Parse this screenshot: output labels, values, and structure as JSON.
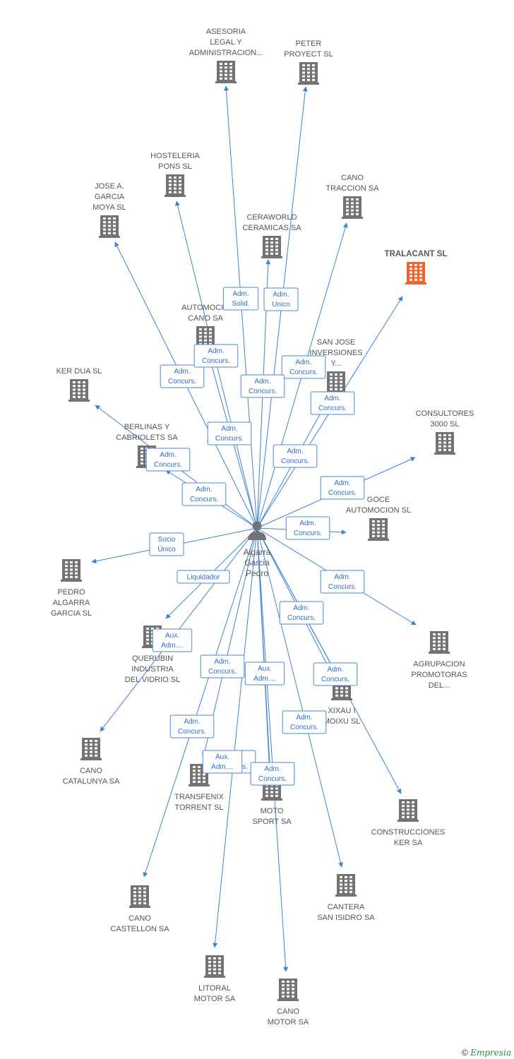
{
  "center": {
    "label": [
      "Algarra",
      "Garcia",
      "Pedro"
    ],
    "icon": "person-icon"
  },
  "colors": {
    "edge": "#3d82d6",
    "building": "#737373",
    "highlight": "#f06432"
  },
  "companies": [
    {
      "id": "asesoria",
      "label": [
        "ASESORIA",
        "LEGAL Y",
        "ADMINISTRACION..."
      ]
    },
    {
      "id": "peter",
      "label": [
        "PETER",
        "PROYECT SL"
      ]
    },
    {
      "id": "hosteleria",
      "label": [
        "HOSTELERIA",
        "PONS SL"
      ]
    },
    {
      "id": "cano-traccion",
      "label": [
        "CANO",
        "TRACCION SA"
      ]
    },
    {
      "id": "jose",
      "label": [
        "JOSE A.",
        "GARCIA",
        "MOYA SL"
      ]
    },
    {
      "id": "ceraworld",
      "label": [
        "CERAWORLD",
        "CERAMICAS SA"
      ]
    },
    {
      "id": "tralacant",
      "label": [
        "TRALACANT SL"
      ],
      "highlight": true
    },
    {
      "id": "automocio",
      "label": [
        "AUTOMOCIO",
        "CANO SA"
      ]
    },
    {
      "id": "sanjose",
      "label": [
        "SAN JOSE",
        "INVERSIONES",
        "Y..."
      ]
    },
    {
      "id": "kerdua",
      "label": [
        "KER DUA SL"
      ]
    },
    {
      "id": "consultores",
      "label": [
        "CONSULTORES",
        "3000 SL"
      ]
    },
    {
      "id": "berlinas",
      "label": [
        "BERLINAS Y",
        "CABRIOLETS SA"
      ]
    },
    {
      "id": "goce",
      "label": [
        "GOCE",
        "AUTOMOCION SL"
      ]
    },
    {
      "id": "pedro",
      "label": [
        "PEDRO",
        "ALGARRA",
        "GARCIA SL"
      ]
    },
    {
      "id": "querubin",
      "label": [
        "QUERUBIN",
        "INDUSTRIA",
        "DEL VIDRIO SL"
      ]
    },
    {
      "id": "agrupacion",
      "label": [
        "AGRUPACION",
        "PROMOTORAS",
        "DEL..."
      ]
    },
    {
      "id": "xixau",
      "label": [
        "XIXAU I",
        "MOIXU SL"
      ]
    },
    {
      "id": "cano-cat",
      "label": [
        "CANO",
        "CATALUNYA SA"
      ]
    },
    {
      "id": "transfenix",
      "label": [
        "TRANSFENIX",
        "TORRENT SL"
      ]
    },
    {
      "id": "moto",
      "label": [
        "MOTO",
        "SPORT SA"
      ]
    },
    {
      "id": "construcciones",
      "label": [
        "CONSTRUCCIONES",
        "KER SA"
      ]
    },
    {
      "id": "cano-castellon",
      "label": [
        "CANO",
        "CASTELLON SA"
      ]
    },
    {
      "id": "cantera",
      "label": [
        "CANTERA",
        "SAN ISIDRO SA"
      ]
    },
    {
      "id": "litoral",
      "label": [
        "LITORAL",
        "MOTOR SA"
      ]
    },
    {
      "id": "cano-motor",
      "label": [
        "CANO",
        "MOTOR SA"
      ]
    }
  ],
  "relations": [
    {
      "to": "asesoria",
      "label": [
        "Adm.",
        "Solid."
      ]
    },
    {
      "to": "peter",
      "label": [
        "Adm.",
        "Unico"
      ]
    },
    {
      "to": "hosteleria",
      "label": [
        "Adm.",
        "Concurs."
      ]
    },
    {
      "to": "cano-traccion",
      "label": [
        "Adm.",
        "Concurs."
      ]
    },
    {
      "to": "jose",
      "label": [
        "Adm.",
        "Concurs."
      ]
    },
    {
      "to": "ceraworld",
      "label": [
        "Adm.",
        "Concurs."
      ]
    },
    {
      "to": "tralacant",
      "label": [
        "Adm.",
        "Concurs."
      ]
    },
    {
      "to": "automocio",
      "label": [
        "Adm.",
        "Concurs."
      ]
    },
    {
      "to": "sanjose",
      "label": [
        "Adm.",
        "Concurs."
      ]
    },
    {
      "to": "berlinas",
      "label": [
        "Adm.",
        "Concurs."
      ]
    },
    {
      "to": "kerdua",
      "label": [
        "Adm.",
        "Concurs."
      ]
    },
    {
      "to": "consultores",
      "label": [
        "Adm.",
        "Concurs."
      ]
    },
    {
      "to": "goce",
      "label": [
        "Adm.",
        "Concurs."
      ]
    },
    {
      "to": "pedro",
      "label": [
        "Socio",
        "Único"
      ]
    },
    {
      "to": "querubin",
      "label": [
        "Liquidador"
      ]
    },
    {
      "to": "agrupacion",
      "label": [
        "Adm.",
        "Concurs."
      ]
    },
    {
      "to": "xixau",
      "label": [
        "Adm.",
        "Concurs."
      ]
    },
    {
      "to": "xixau",
      "label": [
        "Adm.",
        "Concurs."
      ]
    },
    {
      "to": "cano-cat",
      "label": [
        "Aux.",
        "Adm...."
      ]
    },
    {
      "to": "transfenix",
      "label": [
        "Adm.",
        "Concurs."
      ]
    },
    {
      "to": "moto",
      "label": [
        "Aux.",
        "Adm...."
      ]
    },
    {
      "to": "moto",
      "label": [
        "Adm.",
        "Concurs."
      ]
    },
    {
      "to": "construcciones",
      "label": [
        "Adm.",
        "Concurs."
      ]
    },
    {
      "to": "cano-castellon",
      "label": [
        "Adm.",
        "Concurs."
      ]
    },
    {
      "to": "cantera",
      "label": [
        "Adm.",
        "Concurs."
      ]
    },
    {
      "to": "litoral",
      "label": [
        "Aux.",
        "Adm...."
      ]
    },
    {
      "to": "cano-motor",
      "label": [
        "Adm.",
        "Concurs."
      ]
    }
  ],
  "watermark": {
    "symbol": "©",
    "brand": "Empresia"
  }
}
